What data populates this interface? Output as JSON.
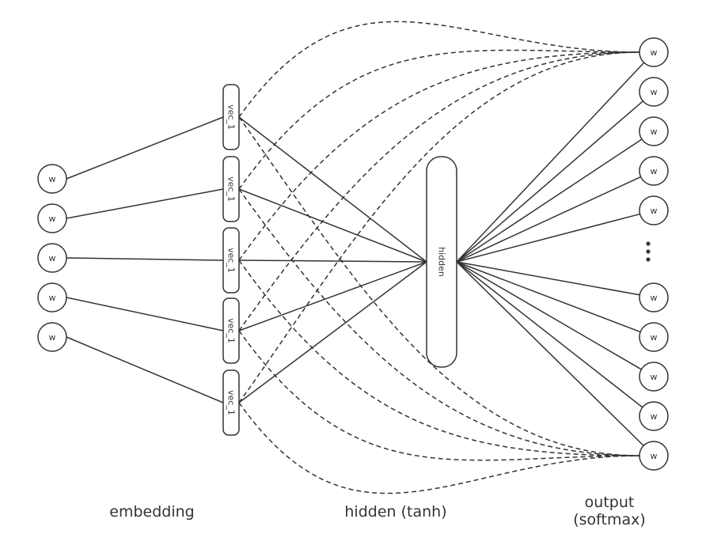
{
  "inputs": {
    "labels": [
      "w",
      "w",
      "w",
      "w",
      "w"
    ]
  },
  "embeddings": {
    "labels": [
      "vec_1",
      "vec_1",
      "vec_1",
      "vec_1",
      "vec_1"
    ]
  },
  "hidden_node": {
    "label": "hidden"
  },
  "outputs": {
    "labels_top": [
      "w",
      "w",
      "w",
      "w",
      "w"
    ],
    "labels_bottom": [
      "w",
      "w",
      "w",
      "w",
      "w"
    ],
    "ellipsis": "⋮"
  },
  "captions": {
    "embedding": "embedding",
    "hidden": "hidden (tanh)",
    "output_line1": "output",
    "output_line2": "(softmax)"
  },
  "colors": {
    "stroke": "#333333",
    "background": "#ffffff"
  }
}
